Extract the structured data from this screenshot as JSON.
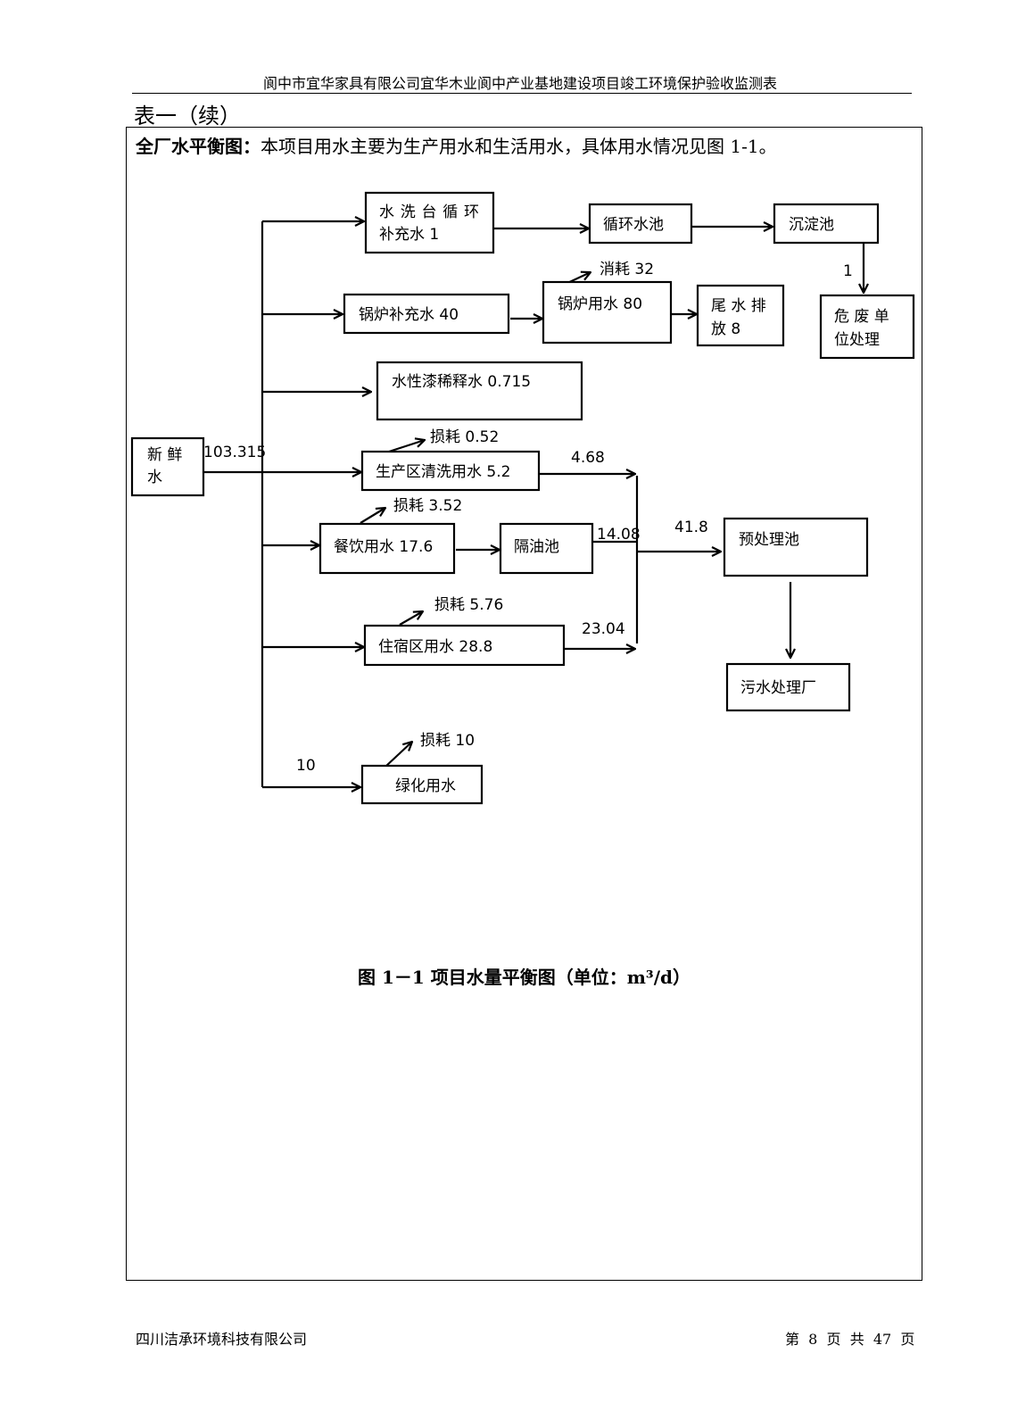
{
  "header": {
    "title": "阆中市宜华家具有限公司宜华木业阆中产业基地建设项目竣工环境保护验收监测表",
    "table_label": "表一（续）"
  },
  "intro": {
    "heading": "全厂水平衡图：",
    "text": "本项目用水主要为生产用水和生活用水，具体用水情况见图 1-1。"
  },
  "diagram": {
    "nodes": {
      "fresh_water": "新 鲜 水",
      "washstand_l1": "水洗台循环",
      "washstand_l2": "补充水 1",
      "circulating_pool": "循环水池",
      "sedimentation": "沉淀池",
      "hazwaste_l1": "危 废 单",
      "hazwaste_l2": "位处理",
      "boiler_makeup": "锅炉补充水 40",
      "boiler_use": "锅炉用水 80",
      "tail_l1": "尾 水 排",
      "tail_l2": "放 8",
      "paint_dilution": "水性漆稀释水 0.715",
      "cleaning": "生产区清洗用水 5.2",
      "catering": "餐饮用水 17.6",
      "grease_trap": "隔油池",
      "dormitory": "住宿区用水 28.8",
      "pretreatment": "预处理池",
      "sewage_plant": "污水处理厂",
      "greening": "绿化用水"
    },
    "flows": {
      "fresh_total": "103.315",
      "sediment_to_hazwaste": "1",
      "boiler_consumption": "消耗 32",
      "cleaning_loss": "损耗 0.52",
      "cleaning_out": "4.68",
      "catering_loss": "损耗 3.52",
      "grease_out": "14.08",
      "merged_in": "41.8",
      "dormitory_loss": "损耗 5.76",
      "dormitory_out": "23.04",
      "greening_in": "10",
      "greening_loss": "损耗 10"
    }
  },
  "caption": "图 1－1  项目水量平衡图（单位：m³/d）",
  "footer": {
    "company": "四川洁承环境科技有限公司",
    "page": "第  8  页  共  47  页"
  }
}
